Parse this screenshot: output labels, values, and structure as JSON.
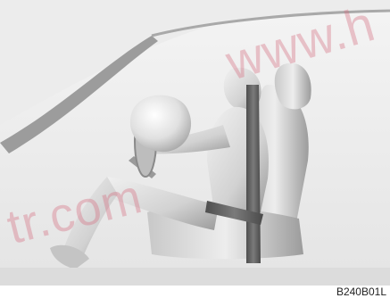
{
  "figure": {
    "code": "B240B01L",
    "watermark_top": "www.h",
    "watermark_bottom": "tr.com"
  },
  "colors": {
    "background": "#f0f0f0",
    "figure_light": "#e6e6e6",
    "figure_shade": "#8a8a8a",
    "belt": "#5e5e5e",
    "watermark": "#d66e82"
  }
}
